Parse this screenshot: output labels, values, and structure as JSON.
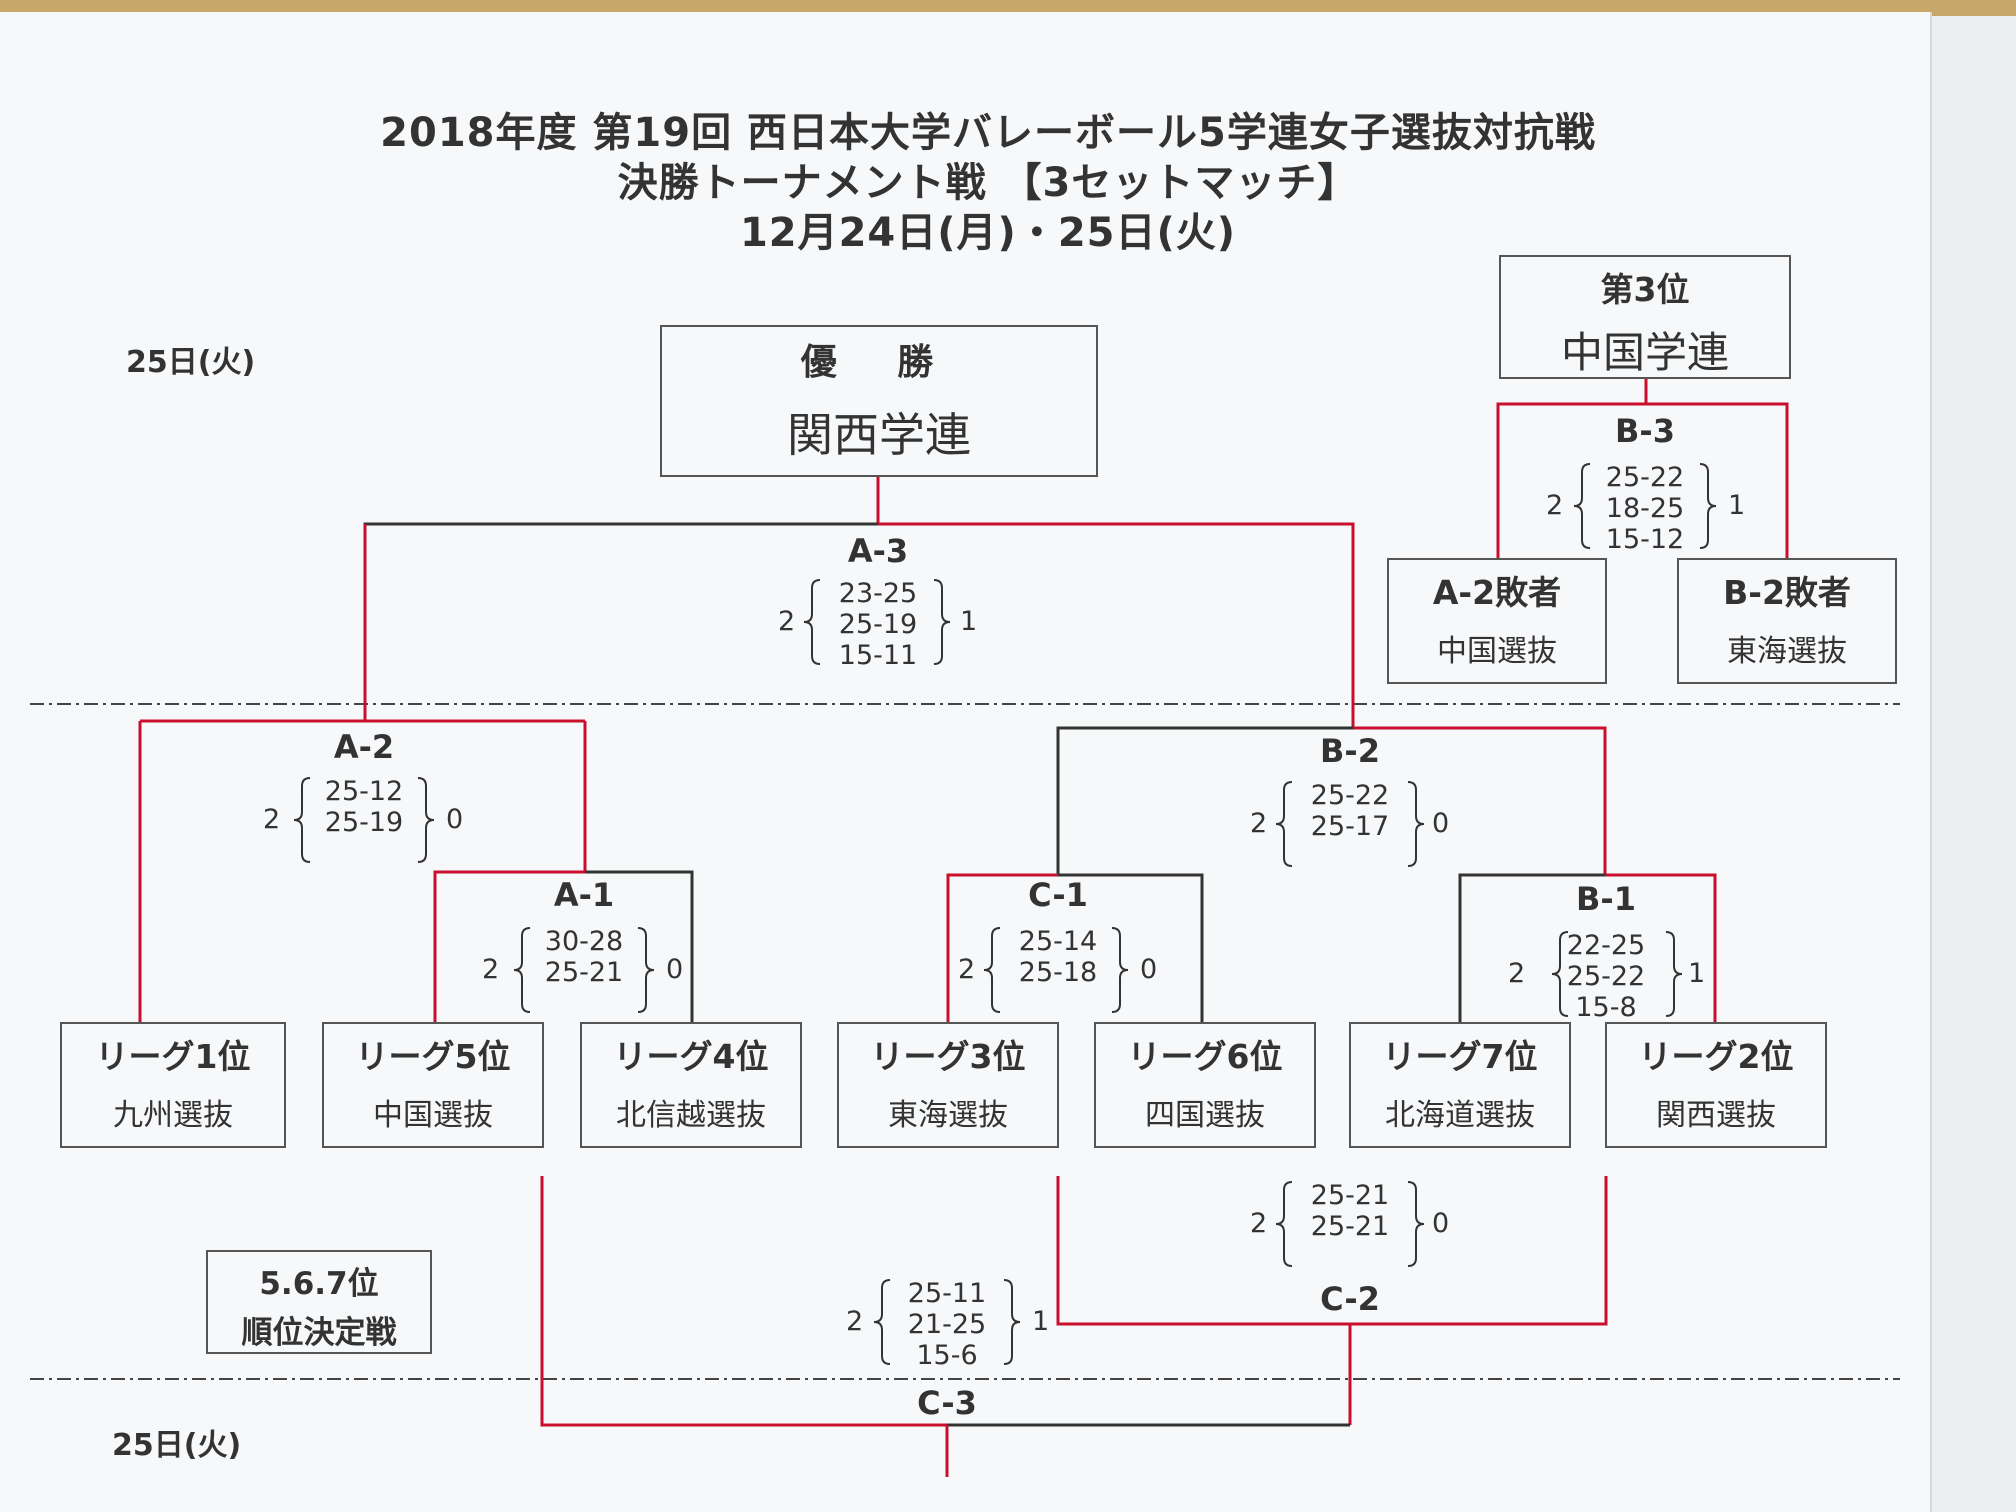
{
  "header": {
    "title_line1": "2018年度 第19回 西日本大学バレーボール5学連女子選抜対抗戦",
    "title_line2": "決勝トーナメント戦 【3セットマッチ】",
    "title_line3": "12月24日(月)・25日(火)"
  },
  "day_label_top": "25日(火)",
  "day_label_bottom": "25日(火)",
  "champion": {
    "label": "優 勝",
    "name": "関西学連"
  },
  "third_place": {
    "label": "第3位",
    "name": "中国学連"
  },
  "placement_box": {
    "line1": "5.6.7位",
    "line2": "順位決定戦"
  },
  "teams": [
    {
      "rank": "リーグ1位",
      "name": "九州選抜"
    },
    {
      "rank": "リーグ5位",
      "name": "中国選抜"
    },
    {
      "rank": "リーグ4位",
      "name": "北信越選抜"
    },
    {
      "rank": "リーグ3位",
      "name": "東海選抜"
    },
    {
      "rank": "リーグ6位",
      "name": "四国選抜"
    },
    {
      "rank": "リーグ7位",
      "name": "北海道選抜"
    },
    {
      "rank": "リーグ2位",
      "name": "関西選抜"
    }
  ],
  "losers": [
    {
      "label": "A-2敗者",
      "name": "中国選抜"
    },
    {
      "label": "B-2敗者",
      "name": "東海選抜"
    }
  ],
  "matches": {
    "A1": {
      "label": "A-1",
      "left": "2",
      "right": "0",
      "s1": "30-28",
      "s2": "",
      "s3": "25-21"
    },
    "A2": {
      "label": "A-2",
      "left": "2",
      "right": "0",
      "s1": "25-12",
      "s2": "",
      "s3": "25-19"
    },
    "A3": {
      "label": "A-3",
      "left": "2",
      "right": "1",
      "s1": "23-25",
      "s2": "25-19",
      "s3": "15-11"
    },
    "B1": {
      "label": "B-1",
      "left": "2",
      "right": "1",
      "s1": "22-25",
      "s2": "25-22",
      "s3": "15-8"
    },
    "B2": {
      "label": "B-2",
      "left": "2",
      "right": "0",
      "s1": "25-22",
      "s2": "",
      "s3": "25-17"
    },
    "B3": {
      "label": "B-3",
      "left": "2",
      "right": "1",
      "s1": "25-22",
      "s2": "18-25",
      "s3": "15-12"
    },
    "C1": {
      "label": "C-1",
      "left": "2",
      "right": "0",
      "s1": "25-14",
      "s2": "",
      "s3": "25-18"
    },
    "C2": {
      "label": "C-2",
      "left": "2",
      "right": "0",
      "s1": "25-21",
      "s2": "",
      "s3": "25-21"
    },
    "C3": {
      "label": "C-3",
      "left": "2",
      "right": "1",
      "s1": "25-11",
      "s2": "21-25",
      "s3": "15-6"
    }
  },
  "colors": {
    "winner_line": "#c8102e",
    "bracket_line": "#333333",
    "text": "#333333"
  }
}
